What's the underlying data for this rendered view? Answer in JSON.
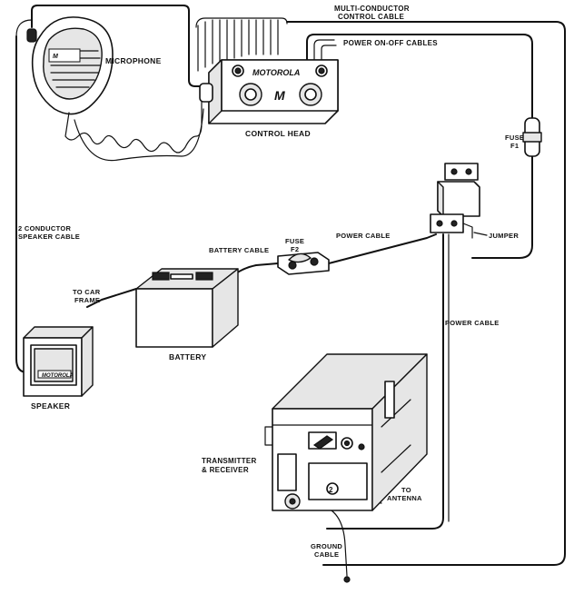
{
  "labels": {
    "microphone": "MICROPHONE",
    "multi_conductor_line1": "MULTI-CONDUCTOR",
    "multi_conductor_line2": "CONTROL CABLE",
    "power_on_off": "POWER ON-OFF CABLES",
    "control_head": "CONTROL HEAD",
    "fuse_f1_line1": "FUSE",
    "fuse_f1_line2": "F1",
    "speaker_cable_line1": "2 CONDUCTOR",
    "speaker_cable_line2": "SPEAKER CABLE",
    "battery_cable": "BATTERY CABLE",
    "fuse_f2_line1": "FUSE",
    "fuse_f2_line2": "F2",
    "power_cable_upper": "POWER CABLE",
    "jumper": "JUMPER",
    "to_car_frame_line1": "TO CAR",
    "to_car_frame_line2": "FRAME",
    "battery": "BATTERY",
    "power_cable_right": "POWER CABLE",
    "speaker": "SPEAKER",
    "transmitter_line1": "TRANSMITTER",
    "transmitter_line2": "& RECEIVER",
    "to_antenna_line1": "TO",
    "to_antenna_line2": "ANTENNA",
    "ground_cable_line1": "GROUND",
    "ground_cable_line2": "CABLE"
  },
  "brand": {
    "control_head": "MOTOROLA",
    "speaker": "MOTOROLA"
  },
  "colors": {
    "ink": "#111111",
    "paper": "#ffffff",
    "shade": "#e6e6e6"
  }
}
